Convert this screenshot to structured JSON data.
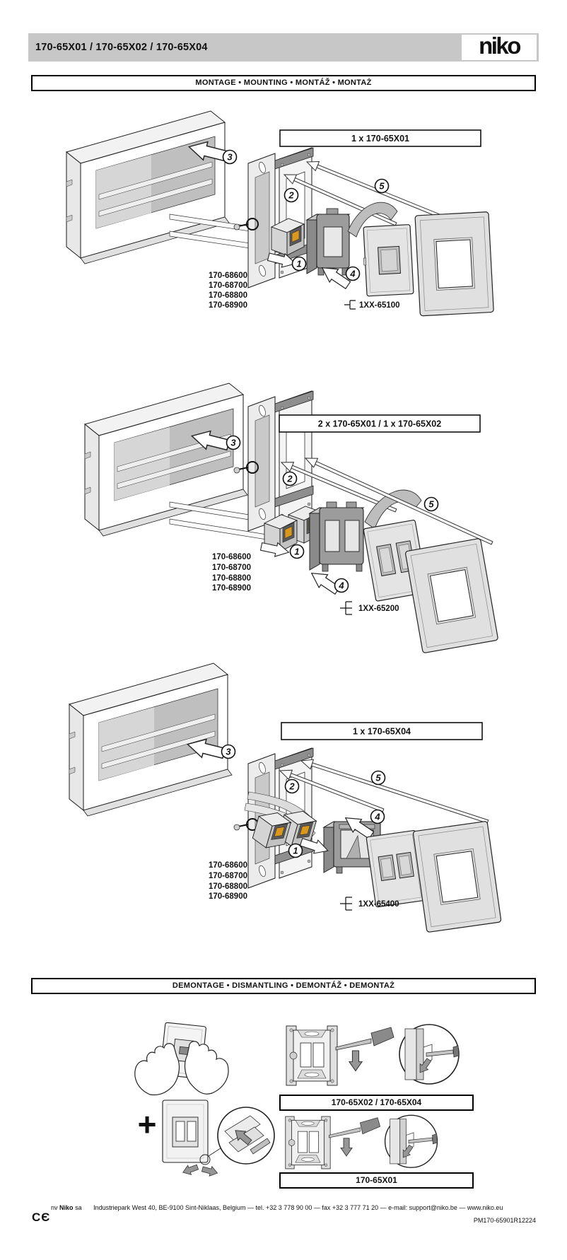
{
  "header": {
    "title": "170-65X01 / 170-65X02 / 170-65X04",
    "logo_text": "niko"
  },
  "banners": {
    "montage": "MONTAGE • MOUNTING • MONTÁŽ • MONTAŻ",
    "demontage": "DEMONTAGE • DISMANTLING • DEMONTÁŽ • DEMONTAŻ"
  },
  "steps": [
    "1",
    "2",
    "3",
    "4",
    "5"
  ],
  "diagrams": [
    {
      "config_label": "1 x 170-65X01",
      "parts": [
        "170-68600",
        "170-68700",
        "170-68800",
        "170-68900"
      ],
      "accessory": "1XX-65100"
    },
    {
      "config_label": "2 x 170-65X01 / 1 x 170-65X02",
      "parts": [
        "170-68600",
        "170-68700",
        "170-68800",
        "170-68900"
      ],
      "accessory": "1XX-65200"
    },
    {
      "config_label": "1 x 170-65X04",
      "parts": [
        "170-68600",
        "170-68700",
        "170-68800",
        "170-68900"
      ],
      "accessory": "1XX-65400"
    }
  ],
  "demontage": {
    "plus": "+",
    "labels": [
      "170-65X02 / 170-65X04",
      "170-65X01"
    ]
  },
  "footer": {
    "company_prefix": "nv",
    "company_name": "Niko",
    "company_suffix": "sa",
    "address": "Industriepark West 40, BE-9100 Sint-Niklaas, Belgium — tel. +32 3 778 90 00 — fax +32 3 777 71 20 — e-mail: support@niko.be — www.niko.eu",
    "doc_ref": "PM170-65901R12224",
    "ce_mark": "CЄ"
  },
  "colors": {
    "header_bar": "#c7c7c7",
    "connector_accent": "#d9971e"
  }
}
